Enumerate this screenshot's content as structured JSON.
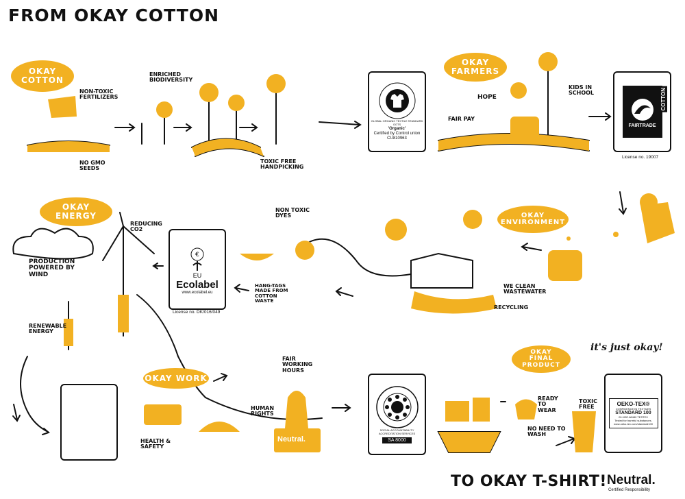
{
  "title": "FROM OKAY COTTON",
  "footer": {
    "title": "TO OKAY T-SHIRT!",
    "brand": "Neutral.",
    "brand_sub": "Certified Responsibility"
  },
  "blobs": {
    "cotton": [
      "OKAY",
      "COTTON"
    ],
    "farmers": [
      "OKAY",
      "FARMERS"
    ],
    "energy": [
      "OKAY",
      "ENERGY"
    ],
    "environment": [
      "OKAY",
      "ENVIRONMENT"
    ],
    "work": [
      "OKAY WORK"
    ],
    "final": [
      "OKAY",
      "FINAL PRODUCT"
    ]
  },
  "labels": {
    "non_toxic_fertilizers": "NON-TOXIC FERTILIZERS",
    "enriched_biodiversity": "ENRICHED BIODIVERSITY",
    "no_gmo_seeds": "NO GMO SEEDS",
    "toxic_free_handpicking": "TOXIC FREE HANDPICKING",
    "fair_pay": "FAIR PAY",
    "hope": "HOPE",
    "kids_in_school": "KIDS IN SCHOOL",
    "reducing_co2": "REDUCING CO2",
    "production_wind": "PRODUCTION POWERED BY WIND",
    "renewable_energy": "RENEWABLE ENERGY",
    "non_toxic_dyes": "NON TOXIC DYES",
    "hang_tags": "HANG-TAGS MADE FROM COTTON WASTE",
    "we_clean_wastewater": "WE CLEAN WASTEWATER",
    "recycling": "RECYCLING",
    "fair_working_hours": "FAIR WORKING HOURS",
    "human_rights": "HUMAN RIGHTS",
    "health_safety": "HEALTH & SAFETY",
    "ready_to_wear": "READY TO WEAR",
    "toxic_free": "TOXIC FREE",
    "no_need_to_wash": "NO NEED TO WASH",
    "its_just_okay": "it's just okay!",
    "box_neutral": "Neutral."
  },
  "certs": {
    "gots": {
      "ring_text": "GLOBAL ORGANIC TEXTILE STANDARD",
      "code": "GOTS",
      "line1": "'Organic'",
      "line2": "Certified by Control union",
      "line3": "CU810963"
    },
    "fairtrade": {
      "word": "FAIRTRADE",
      "side": "COTTON",
      "license": "License no. 19007"
    },
    "ecolabel": {
      "eu": "EU",
      "name": "Ecolabel",
      "url": "www.ecolabel.eu",
      "license": "License no. DK/016/049"
    },
    "sa8000": {
      "ring": "SOCIAL ACCOUNTABILITY ACCREDITATION SERVICES",
      "code": "SA 8000"
    },
    "oekotex": {
      "name": "OEKO-TEX®",
      "sub": "CONFIDENCE IN TEXTILES",
      "std": "STANDARD 100",
      "code": "09.HDE.68480 TESTEX",
      "tested": "Tested for harmful substances.",
      "url": "www.oeko-tex.com/standard100"
    }
  },
  "colors": {
    "accent": "#f2b122",
    "ink": "#111111"
  }
}
